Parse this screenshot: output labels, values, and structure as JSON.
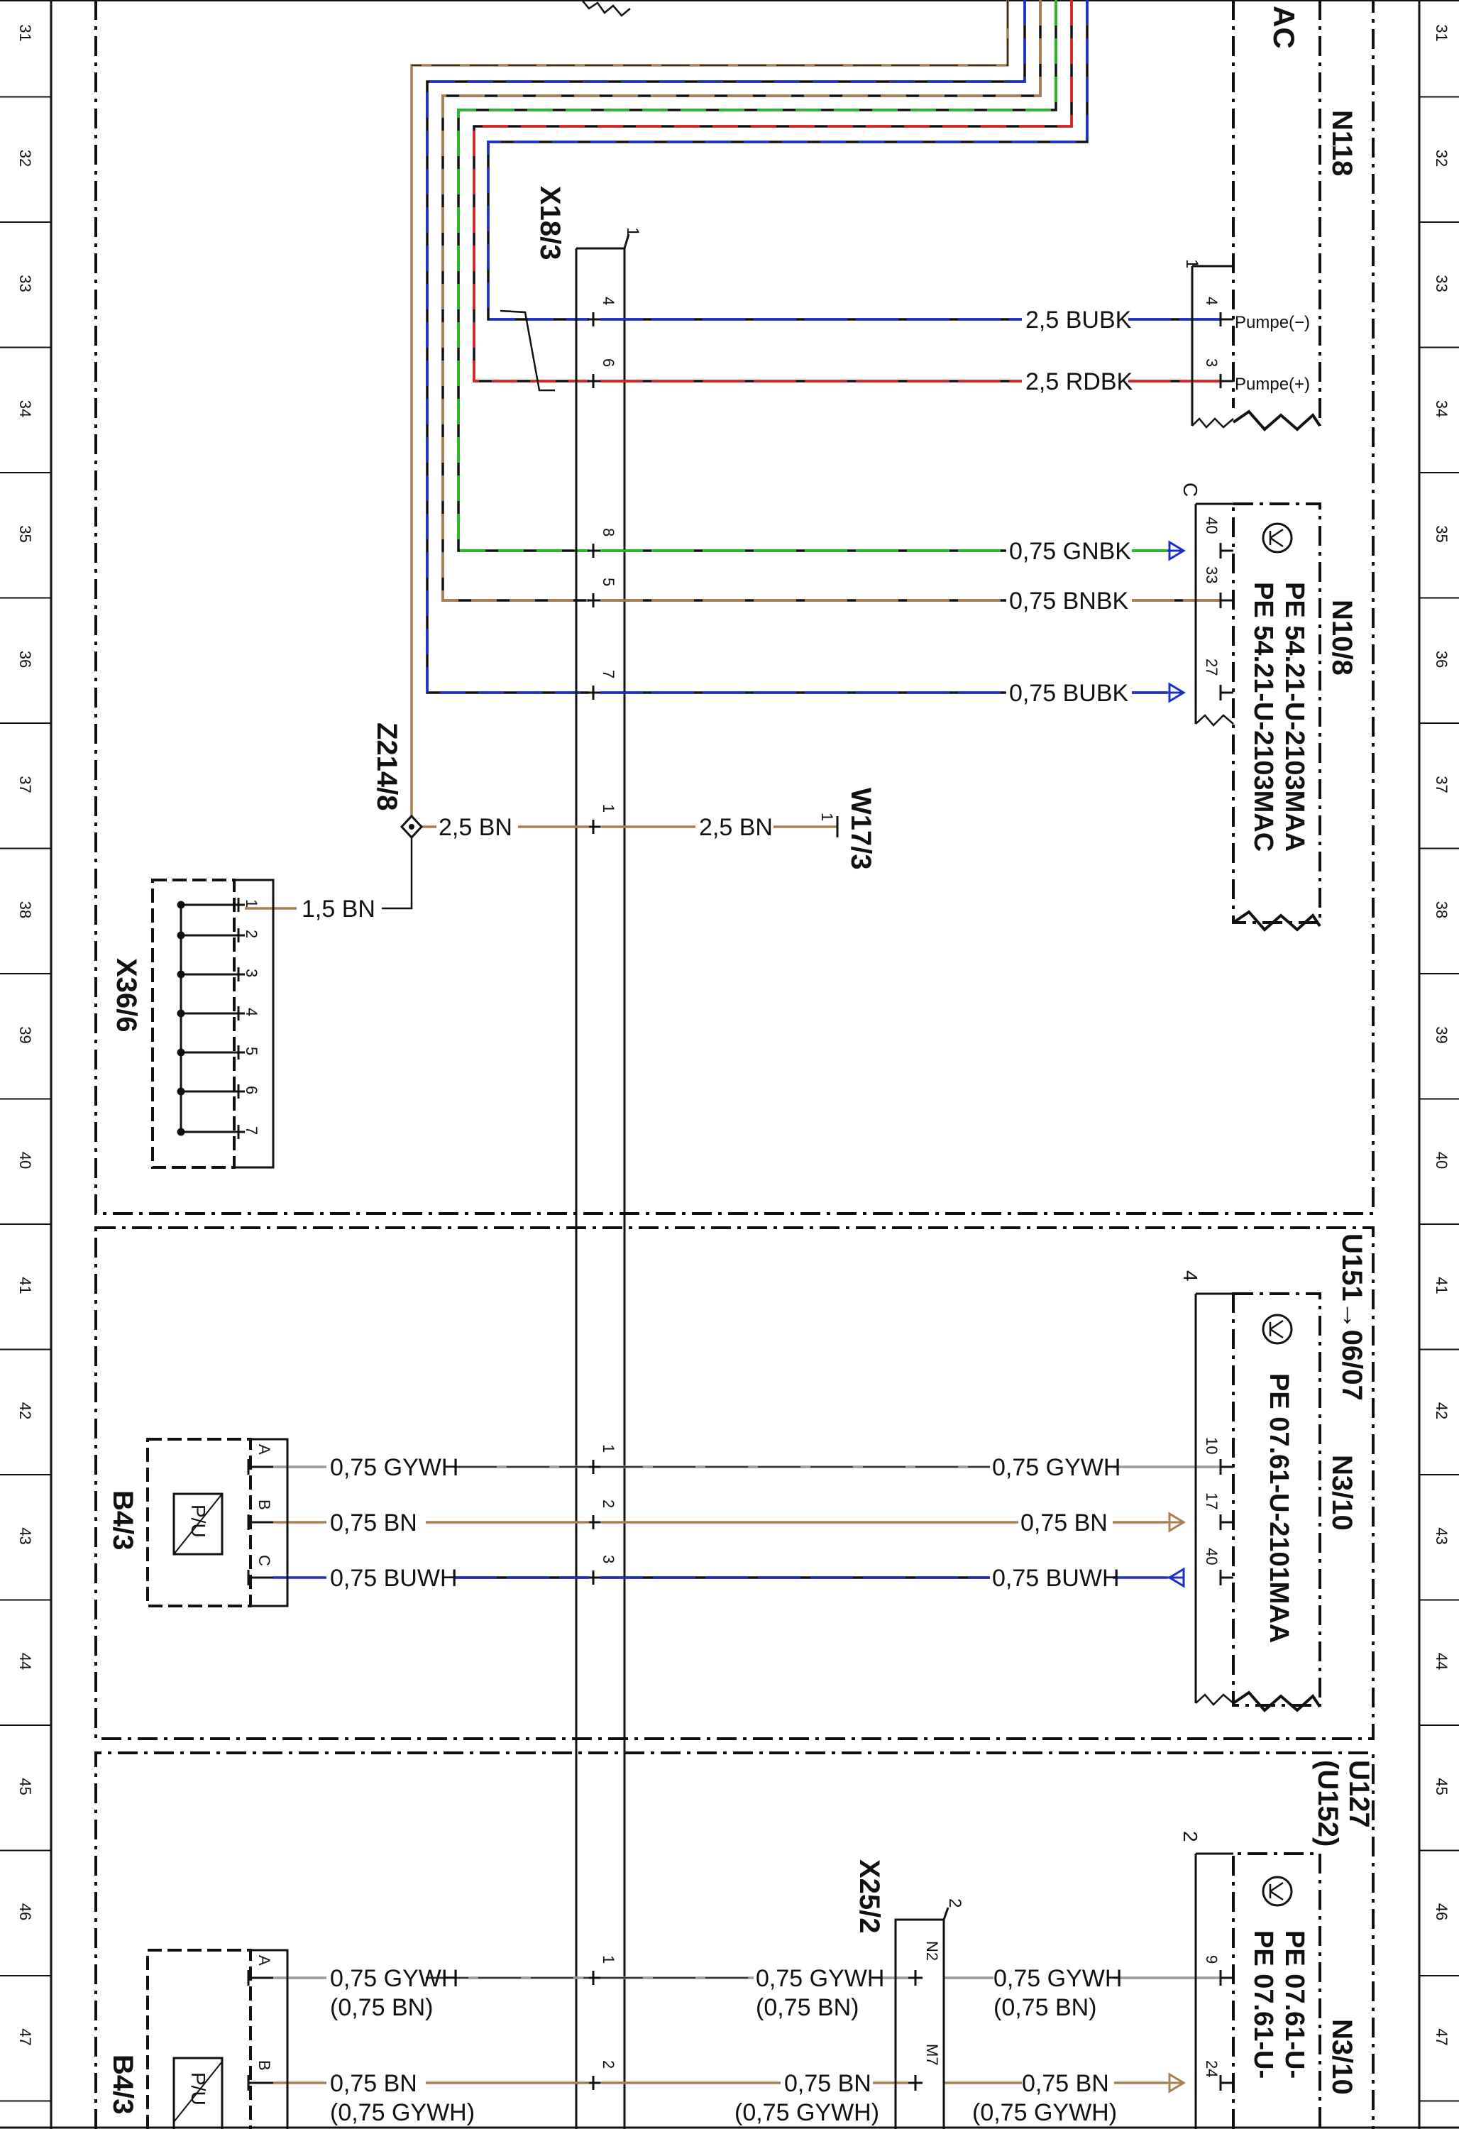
{
  "colors": {
    "black": "#111111",
    "brown": "#a97f52",
    "blue": "#1d2fc9",
    "red": "#e02020",
    "green": "#22bb22",
    "grey": "#9a9a9a"
  },
  "ruler_numbers": [
    "31",
    "32",
    "33",
    "34",
    "35",
    "36",
    "37",
    "38",
    "39",
    "40",
    "41",
    "42",
    "43",
    "44",
    "45",
    "46",
    "47"
  ],
  "components": {
    "ac_fragment": "AC",
    "n118": "N118",
    "x18_3": "X18/3",
    "x18_3_pin": "1",
    "n118_pin": "1",
    "n10_8": "N10/8",
    "n10_8_pin": "C",
    "n10_8_ref1": "PE 54.21-U-2103MAA",
    "n10_8_ref2": "PE 54.21-U-2103MAC",
    "z214_8": "Z214/8",
    "w17_3": "W17/3",
    "w17_3_pin": "1",
    "x36_6": "X36/6",
    "x36_6_pins": [
      "1",
      "2",
      "3",
      "4",
      "5",
      "6",
      "7"
    ],
    "u151": "U151→06/07",
    "n3_10_a": "N3/10",
    "n3_10_a_pin": "4",
    "n3_10_a_ref": "PE 07.61-U-2101MAA",
    "b4_3_a": "B4/3",
    "b4_3_a_pins": [
      "A",
      "B",
      "C"
    ],
    "u127": "U127",
    "u152": "(U152)",
    "x25_2": "X25/2",
    "x25_2_pin": "2",
    "x25_2_pins": [
      "N2",
      "M7"
    ],
    "n3_10_b": "N3/10",
    "n3_10_b_pin": "2",
    "n3_10_b_ref1": "PE 07.61-U-",
    "n3_10_b_ref2": "PE 07.61-U-",
    "b4_3_b": "B4/3",
    "b4_3_b_pins": [
      "A",
      "B"
    ],
    "pu_label": "P/U",
    "pump_minus": "Pumpe(−)",
    "pump_plus": "Pumpe(+)"
  },
  "wires": {
    "w_bubk_25": "2,5 BUBK",
    "w_rdbk_25": "2,5 RDBK",
    "w_gnbk": "0,75 GNBK",
    "w_bnbk": "0,75 BNBK",
    "w_bubk_075": "0,75 BUBK",
    "w_bn_25a": "2,5 BN",
    "w_bn_25b": "2,5 BN",
    "w_bn_15": "1,5 BN",
    "w_gywh_a1": "0,75 GYWH",
    "w_gywh_a2": "0,75 GYWH",
    "w_bn_a1": "0,75 BN",
    "w_bn_a2": "0,75 BN",
    "w_buwh_a1": "0,75 BUWH",
    "w_buwh_a2": "0,75 BUWH",
    "w_gywh_b1": "0,75 GYWH",
    "w_gywh_b1s": "(0,75 BN)",
    "w_gywh_b2": "0,75 GYWH",
    "w_gywh_b2s": "(0,75 BN)",
    "w_gywh_b3": "0,75 GYWH",
    "w_gywh_b3s": "(0,75 BN)",
    "w_bn_b1": "0,75 BN",
    "w_bn_b1s": "(0,75 GYWH)",
    "w_bn_b2": "0,75 BN",
    "w_bn_b2s": "(0,75 GYWH)",
    "w_bn_b3": "0,75 BN",
    "w_bn_b3s": "(0,75 GYWH)"
  },
  "pins": {
    "x18_4": "4",
    "x18_6": "6",
    "x18_8": "8",
    "x18_5": "5",
    "x18_7": "7",
    "x18_1": "1",
    "x18_a1": "1",
    "x18_a2": "2",
    "x18_a3": "3",
    "x18_b1": "1",
    "x18_b2": "2",
    "n118_4": "4",
    "n118_3": "3",
    "n10_40": "40",
    "n10_33": "33",
    "n10_27": "27",
    "n3a_10": "10",
    "n3a_17": "17",
    "n3a_40": "40",
    "n3b_9": "9",
    "n3b_24": "24"
  }
}
